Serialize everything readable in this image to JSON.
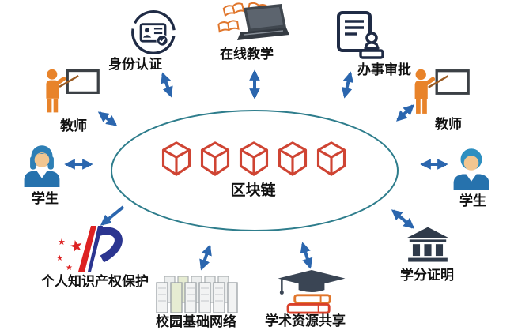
{
  "center": {
    "label": "区块链",
    "shape": "ellipse",
    "cubes": 5
  },
  "nodes": {
    "identity_auth": {
      "label": "身份认证",
      "icon": "id-card-check"
    },
    "online_teaching": {
      "label": "在线教学",
      "icon": "laptop-books"
    },
    "approval": {
      "label": "办事审批",
      "icon": "document-stamp"
    },
    "teacher_left": {
      "label": "教师",
      "icon": "teacher-whiteboard"
    },
    "teacher_right": {
      "label": "教师",
      "icon": "teacher-whiteboard"
    },
    "student_left": {
      "label": "学生",
      "icon": "student-bust"
    },
    "student_right": {
      "label": "学生",
      "icon": "student-bust"
    },
    "ip_protection": {
      "label": "个人知识产权保护",
      "icon": "ip-logo"
    },
    "campus_network": {
      "label": "校园基础网络",
      "icon": "server-racks"
    },
    "academic_sharing": {
      "label": "学术资源共享",
      "icon": "graduation-cap-books"
    },
    "credit_certificate": {
      "label": "学分证明",
      "icon": "bank-building"
    }
  },
  "edges": [
    {
      "from": "区块链",
      "to": "身份认证",
      "bidirectional": true
    },
    {
      "from": "区块链",
      "to": "在线教学",
      "bidirectional": true
    },
    {
      "from": "区块链",
      "to": "办事审批",
      "bidirectional": true
    },
    {
      "from": "区块链",
      "to": "教师(左)",
      "bidirectional": true
    },
    {
      "from": "区块链",
      "to": "教师(右)",
      "bidirectional": true
    },
    {
      "from": "区块链",
      "to": "学生(左)",
      "bidirectional": true
    },
    {
      "from": "区块链",
      "to": "学生(右)",
      "bidirectional": true
    },
    {
      "from": "区块链",
      "to": "个人知识产权保护",
      "bidirectional": false
    },
    {
      "from": "区块链",
      "to": "校园基础网络",
      "bidirectional": true
    },
    {
      "from": "区块链",
      "to": "学术资源共享",
      "bidirectional": true
    },
    {
      "from": "区块链",
      "to": "学分证明",
      "bidirectional": true
    }
  ],
  "colors": {
    "arrow": "#2b66ae",
    "ellipse_stroke": "#2e7d8c",
    "cube": "#cf4433",
    "teacher_orange": "#e8832a",
    "student_blue": "#2672ad",
    "icon_navy": "#1f2b45",
    "slate": "#3a4554",
    "book_orange": "#e0762c",
    "book_red": "#d9402a",
    "logo_red": "#dd2222",
    "logo_blue": "#2b3590"
  }
}
